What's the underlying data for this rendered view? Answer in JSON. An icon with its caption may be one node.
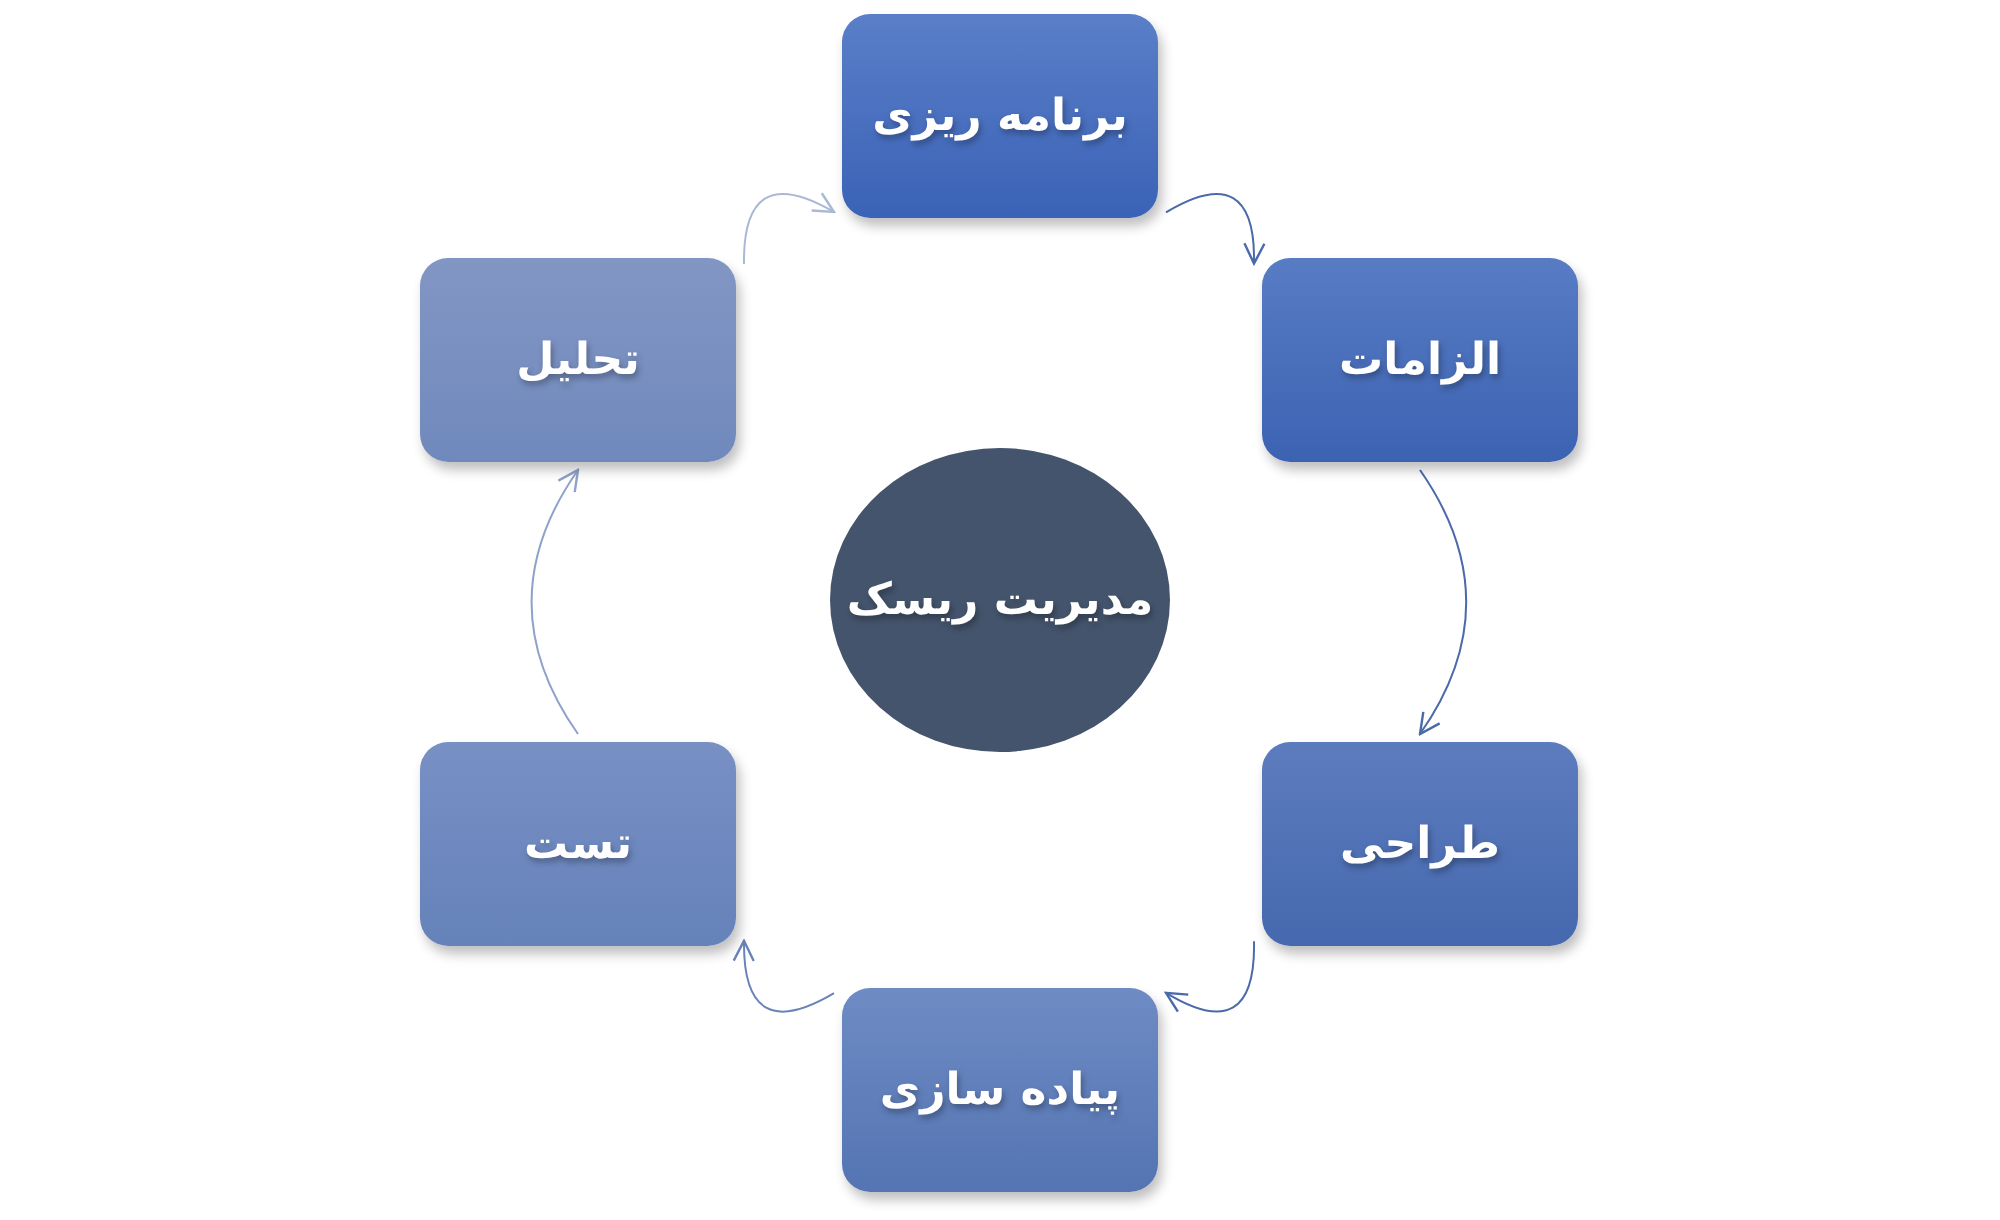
{
  "diagram": {
    "nodes": [
      {
        "text": [
          "برنامه ریزی"
        ]
      },
      {
        "text": [
          "الزامات"
        ]
      },
      {
        "text": [
          "طراحی"
        ]
      },
      {
        "text": [
          "پیاده سازی"
        ]
      },
      {
        "text": [
          "تست"
        ]
      },
      {
        "text": [
          "تحلیل"
        ]
      },
      {
        "text": [
          "مدیریت ریسک"
        ]
      }
    ],
    "edges": [
      {
        "from": 0,
        "to": 1,
        "arrow": "to"
      },
      {
        "from": 1,
        "to": 2,
        "arrow": "to"
      },
      {
        "from": 2,
        "to": 3,
        "arrow": "to"
      },
      {
        "from": 3,
        "to": 4,
        "arrow": "to",
        "color": "#6a84b8"
      },
      {
        "from": 4,
        "to": 5,
        "arrow": "to",
        "color": "#8ea2ca"
      },
      {
        "from": 5,
        "to": 0,
        "arrow": "to",
        "color": "#aab8d6"
      }
    ]
  }
}
